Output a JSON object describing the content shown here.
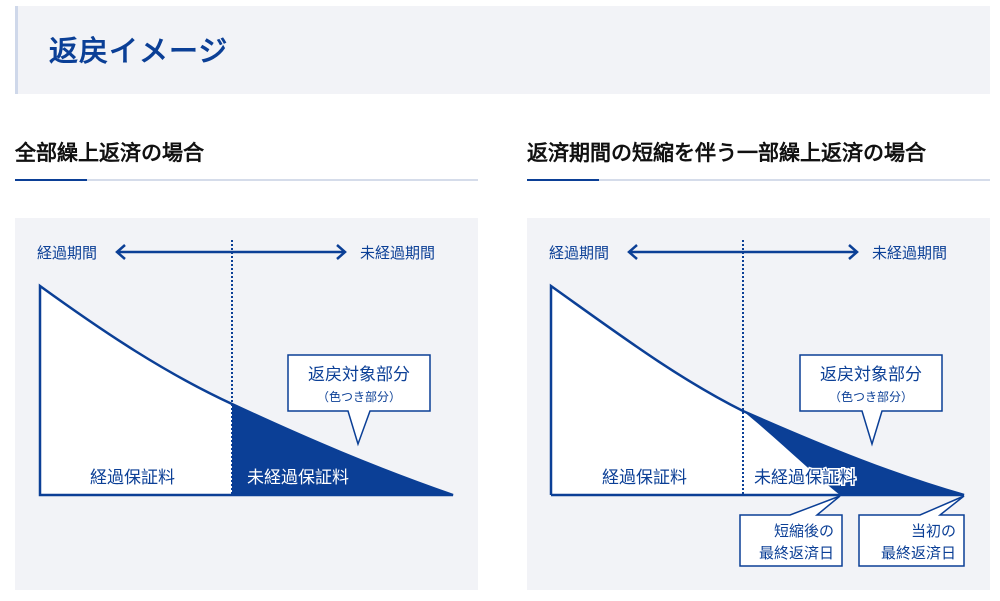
{
  "hero": {
    "title": "返戻イメージ"
  },
  "sections": [
    {
      "title": "全部繰上返済の場合",
      "diagram": {
        "period_left": "経過期間",
        "period_right": "未経過期間",
        "elapsed_label": "経過保証料",
        "unelapsed_label": "未経過保証料",
        "callout_title": "返戻対象部分",
        "callout_sub": "（色つき部分）"
      }
    },
    {
      "title": "返済期間の短縮を伴う一部繰上返済の場合",
      "diagram": {
        "period_left": "経過期間",
        "period_right": "未経過期間",
        "elapsed_label": "経過保証料",
        "unelapsed_label": "未経過保証料",
        "callout_title": "返戻対象部分",
        "callout_sub": "（色つき部分）",
        "date_short_line1": "短縮後の",
        "date_short_line2": "最終返済日",
        "date_orig_line1": "当初の",
        "date_orig_line2": "最終返済日"
      }
    }
  ],
  "colors": {
    "navy": "#0b3f96",
    "panel_bg": "#f2f3f7",
    "rule": "#d5dcea"
  }
}
